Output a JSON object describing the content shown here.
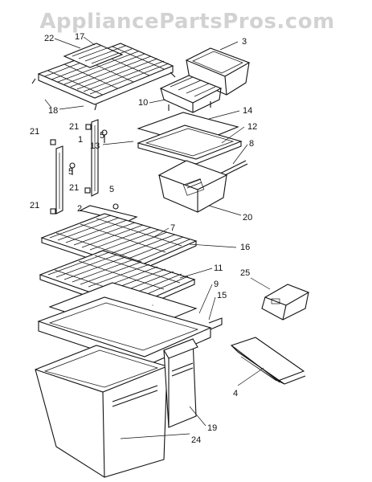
{
  "watermark": "AppliancePartsPros.com",
  "labels": {
    "l22": "22",
    "l17": "17",
    "l3": "3",
    "l10": "10",
    "l18": "18",
    "l14": "14",
    "l21a": "21",
    "l21b": "21",
    "l1": "1",
    "l5a": "5",
    "l13": "13",
    "l12": "12",
    "l8": "8",
    "l5b": "5",
    "l21c": "21",
    "l5c": "5",
    "l21d": "21",
    "l2": "2",
    "l20": "20",
    "l7": "7",
    "l16": "16",
    "l11": "11",
    "l25": "25",
    "l9": "9",
    "l15": "15",
    "l4": "4",
    "l19": "19",
    "l24": "24"
  }
}
